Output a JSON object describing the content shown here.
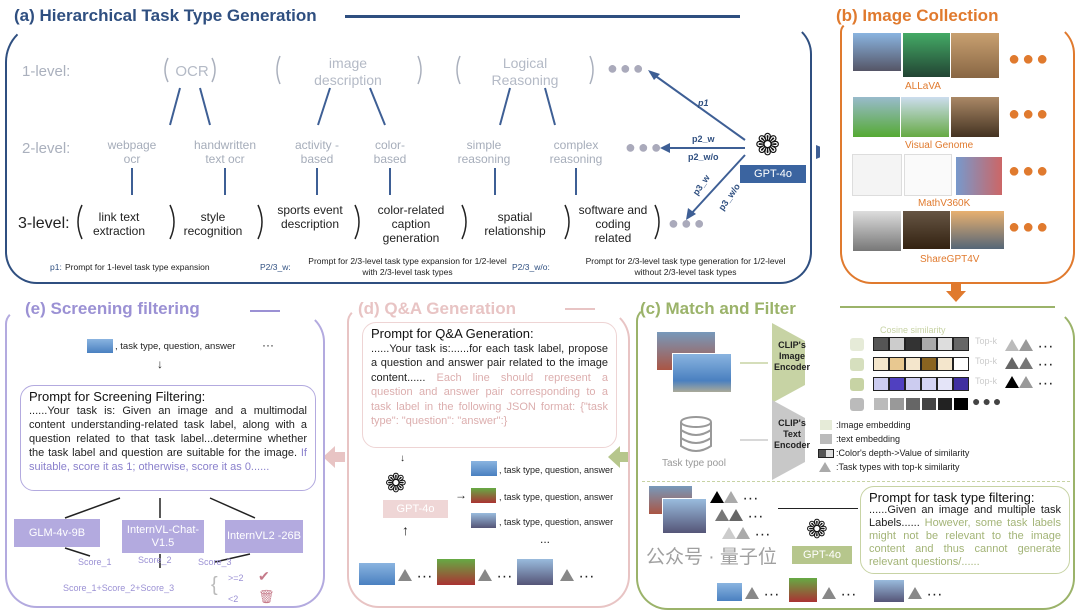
{
  "panel_a": {
    "title": "(a) Hierarchical Task Type Generation",
    "levels": [
      "1-level:",
      "2-level:",
      "3-level:"
    ],
    "level1": [
      "OCR",
      "image description",
      "Logical Reasoning"
    ],
    "level2": [
      "webpage ocr",
      "handwritten text ocr",
      "activity -based",
      "color- based",
      "simple reasoning",
      "complex reasoning"
    ],
    "level3": [
      "link text extraction",
      "style recognition",
      "sports event description",
      "color-related caption generation",
      "spatial relationship",
      "software and coding related"
    ],
    "arrow_labels": {
      "p1": "p1",
      "p2_w": "p2_w",
      "p2_wo": "p2_w/o",
      "p3_w": "p3_w",
      "p3_wo": "p3_w/o"
    },
    "model": "GPT-4o",
    "legend": {
      "p1_key": "p1:",
      "p1_text": "Prompt for 1-level task type expansion",
      "p23w_key": "P2/3_w:",
      "p23w_text": "Prompt for 2/3-level task type expansion for 1/2-level with 2/3-level task types",
      "p23wo_key": "P2/3_w/o:",
      "p23wo_text": "Prompt for 2/3-level task type generation for 1/2-level without 2/3-level task types"
    },
    "color": "#2f4f80"
  },
  "panel_b": {
    "title": "(b) Image Collection",
    "datasets": [
      "ALLaVA",
      "Visual Genome",
      "MathV360K",
      "ShareGPT4V"
    ],
    "color": "#e07a2e"
  },
  "panel_c": {
    "title": "(c) Match and Filter",
    "image_encoder": "CLIP's Image Encoder",
    "text_encoder": "CLIP's Text Encoder",
    "pool": "Task type pool",
    "cosine": "Cosine similarity",
    "topk": "Top-k",
    "legend": {
      "image_embedding": ":Image embedding",
      "text_embedding": ":text embedding",
      "color_depth": ":Color's depth->Value of similarity",
      "task_types": ":Task types with top-k similarity"
    },
    "prompt_title": "Prompt for task type filtering:",
    "prompt_main": "......Given an image and multiple task Labels......",
    "prompt_faded": "However, some task labels might not be relevant to the image content and thus cannot generate relevant questions/......",
    "model": "GPT-4o",
    "watermark": "公众号 · 量子位",
    "color": "#9bb36a"
  },
  "panel_d": {
    "title": "(d) Q&A Generation",
    "prompt_title": "Prompt for Q&A Generation:",
    "prompt_main": "......Your task is:......for each task label, propose a question and answer pair related to the image content......",
    "prompt_faded": "Each line should represent a question and answer pair corresponding to a task label in the following JSON format: {\"task type\": \"question\": \"answer\":}",
    "model": "GPT-4o",
    "outputs": [
      ", task type, question, answer",
      ", task type, question, answer",
      ", task type, question, answer"
    ],
    "ellipsis": "...",
    "color": "#e8c4c4"
  },
  "panel_e": {
    "title": "(e) Screening filtering",
    "input": ", task type, question, answer",
    "prompt_title": "Prompt for Screening Filtering:",
    "prompt_main": "......Your task is: Given an image and a multimodal content understanding-related task label, along with a question related to that task label...determine whether the task label and question are suitable for the image.",
    "prompt_accent": "If suitable, score it as 1; otherwise, score it as 0......",
    "models": [
      "GLM-4v-9B",
      "InternVL-Chat-V1.5",
      "InternVL2 -26B"
    ],
    "scores": [
      "Score_1",
      "Score_2",
      "Score_3"
    ],
    "sum": "Score_1+Score_2+Score_3",
    "keep": ">=2",
    "drop": "<2",
    "color": "#9b91d4"
  }
}
